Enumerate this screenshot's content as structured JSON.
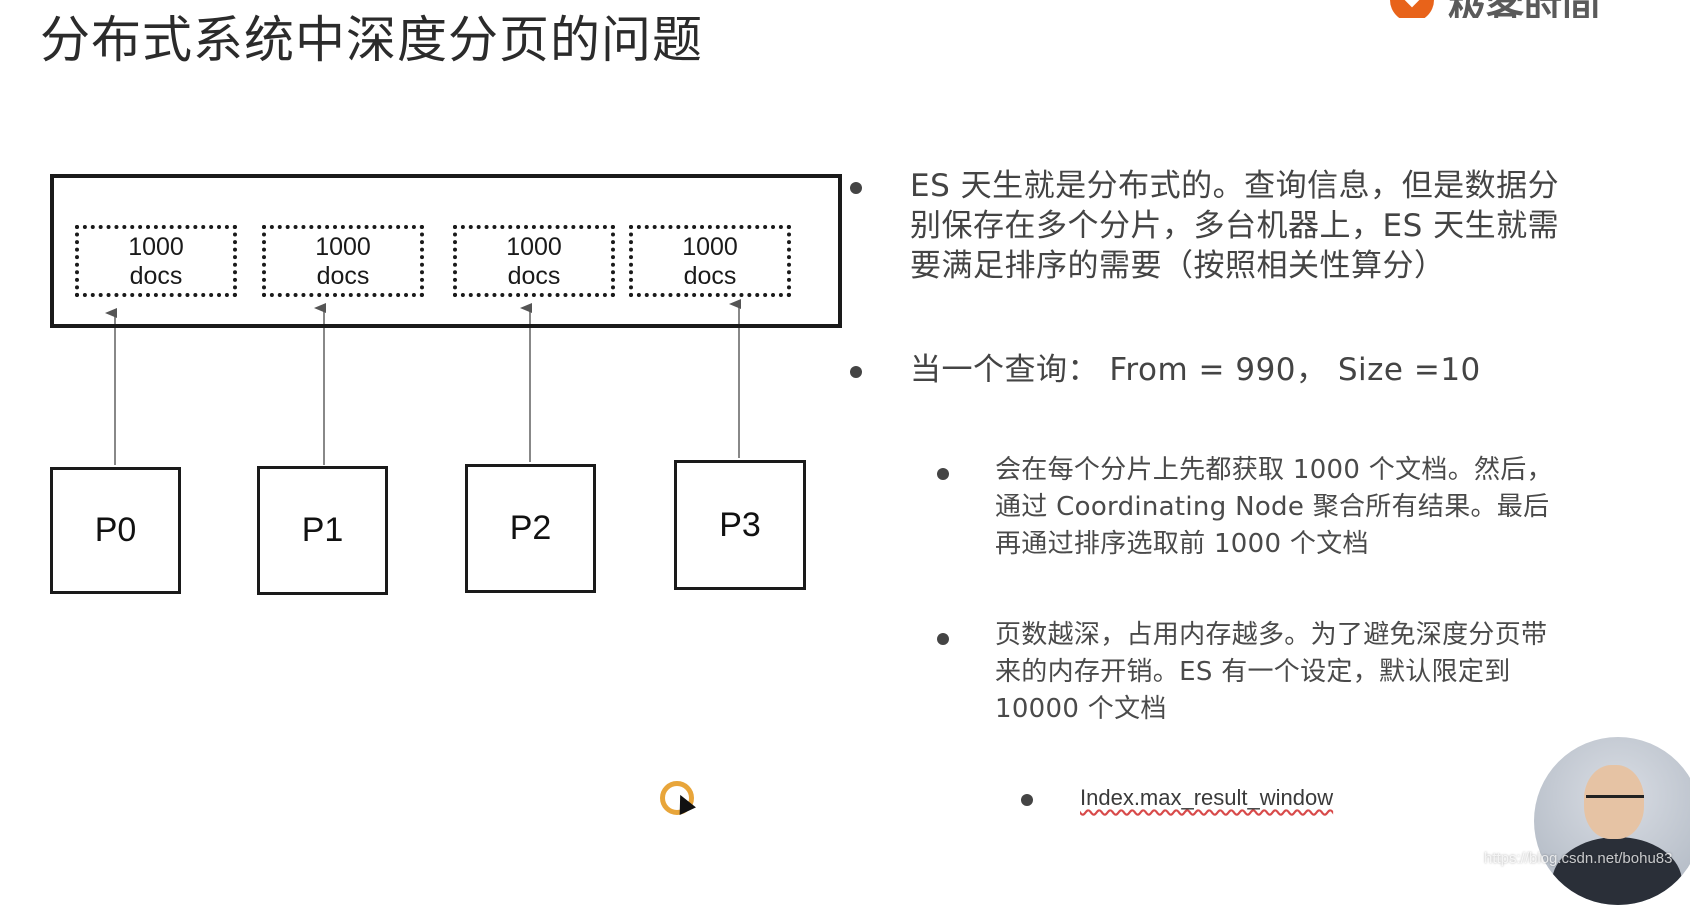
{
  "slide": {
    "title": "分布式系统中深度分页的问题",
    "logo_text": "极客时间"
  },
  "diagram": {
    "docs_boxes": [
      {
        "count": "1000",
        "unit": "docs"
      },
      {
        "count": "1000",
        "unit": "docs"
      },
      {
        "count": "1000",
        "unit": "docs"
      },
      {
        "count": "1000",
        "unit": "docs"
      }
    ],
    "partitions": [
      "P0",
      "P1",
      "P2",
      "P3"
    ]
  },
  "bullets": {
    "main": [
      {
        "lines": [
          "ES 天生就是分布式的。查询信息，但是数据分",
          "别保存在多个分片，多台机器上，ES 天生就需",
          "要满足排序的需要（按照相关性算分）"
        ]
      },
      {
        "lines": [
          "当一个查询：  From = 990，  Size =10"
        ]
      }
    ],
    "sub": [
      {
        "lines": [
          "会在每个分片上先都获取 1000 个文档。然后，",
          "通过 Coordinating Node 聚合所有结果。最后",
          "再通过排序选取前 1000 个文档"
        ]
      },
      {
        "lines": [
          "页数越深，占用内存越多。为了避免深度分页带",
          "来的内存开销。ES 有一个设定，默认限定到",
          "10000 个文档"
        ]
      }
    ],
    "subsub": {
      "text": "Index.max_result_window"
    }
  },
  "overlay": {
    "watermark": "https://blog.csdn.net/bohu83"
  },
  "colors": {
    "logo_orange": "#e8631a",
    "cursor_ring": "#e8a53a",
    "spellcheck_underline": "#d84a4a"
  }
}
